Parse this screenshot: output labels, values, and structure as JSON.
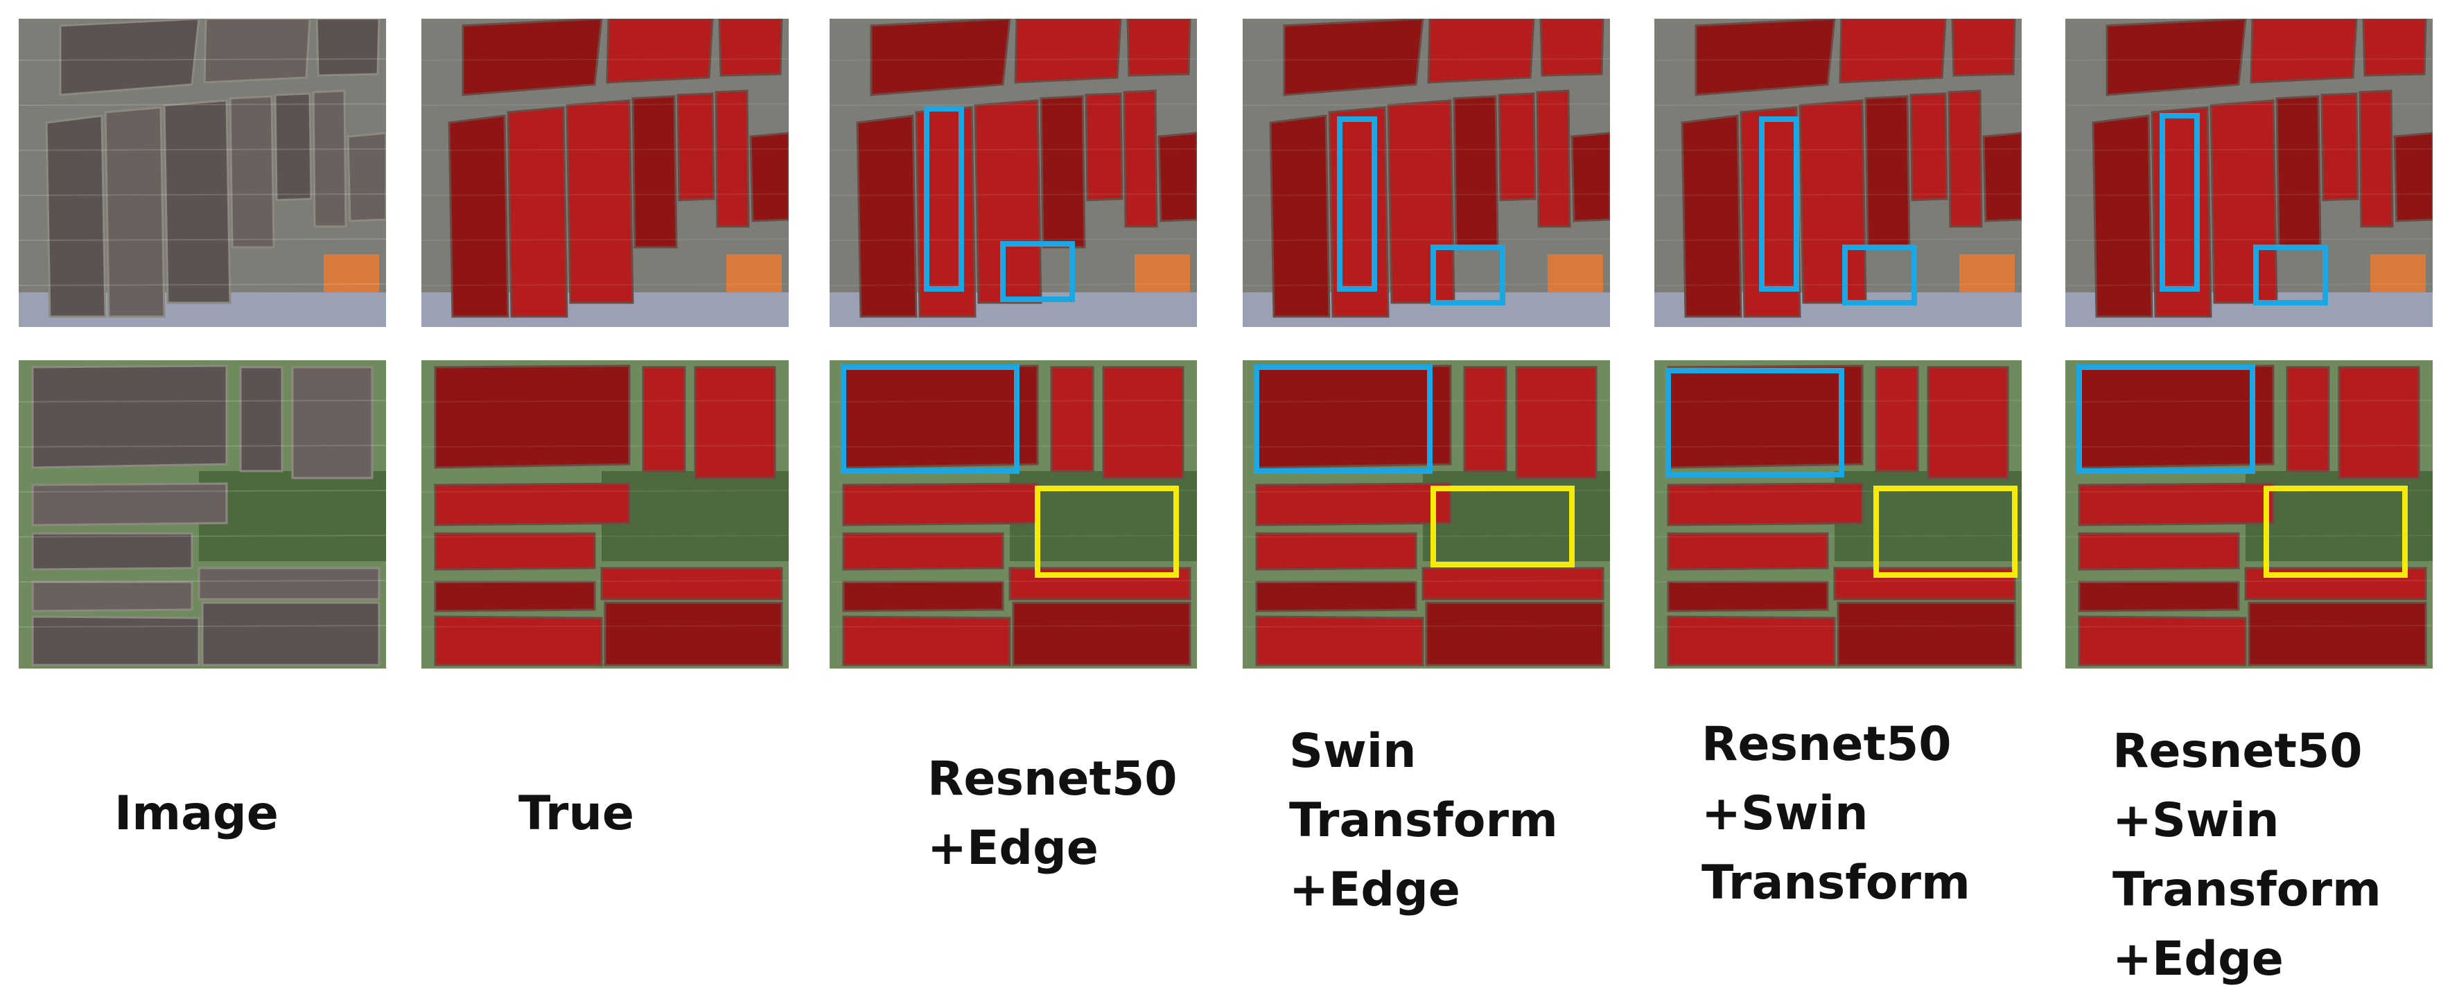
{
  "figure": {
    "rows": 2,
    "columns": [
      {
        "id": "image",
        "label_lines": [
          "Image"
        ]
      },
      {
        "id": "true",
        "label_lines": [
          "True"
        ]
      },
      {
        "id": "resnet_edge",
        "label_lines": [
          "Resnet50",
          "+Edge"
        ]
      },
      {
        "id": "swin_edge",
        "label_lines": [
          "Swin",
          "Transform",
          "+Edge"
        ]
      },
      {
        "id": "resnet_swin",
        "label_lines": [
          "Resnet50",
          "+Swin",
          "Transform"
        ]
      },
      {
        "id": "resnet_swin_edge",
        "label_lines": [
          "Resnet50",
          "+Swin",
          "Transform",
          "+Edge"
        ]
      }
    ],
    "colors": {
      "mask_red": "#b51c1c",
      "mask_red_dark": "#8f1414",
      "box_blue": "#1aa7e3",
      "box_yellow": "#f6ea0a",
      "soil": "#5b5352",
      "vegetation": "#6f8a5c"
    }
  }
}
